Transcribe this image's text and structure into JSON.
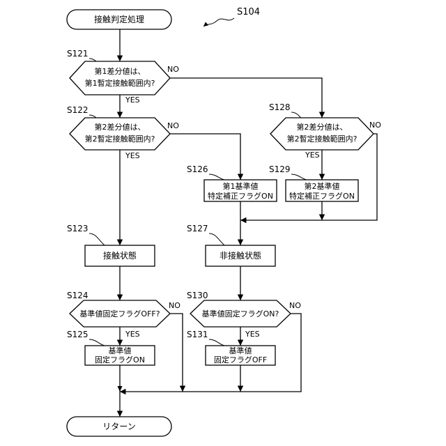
{
  "start": {
    "label": "接触判定処理"
  },
  "ref": "S104",
  "branch": {
    "yes": "YES",
    "no": "NO"
  },
  "nodes": {
    "s121": {
      "step": "S121",
      "lines": [
        "第1差分値は、",
        "第1暫定接触範囲内?"
      ]
    },
    "s122": {
      "step": "S122",
      "lines": [
        "第2差分値は、",
        "第2暫定接触範囲内?"
      ]
    },
    "s123": {
      "step": "S123",
      "label": "接触状態"
    },
    "s124": {
      "step": "S124",
      "label": "基準値固定フラグOFF?"
    },
    "s125": {
      "step": "S125",
      "lines": [
        "基準値",
        "固定フラグON"
      ]
    },
    "s126": {
      "step": "S126",
      "lines": [
        "第1基準値",
        "特定補正フラグON"
      ]
    },
    "s127": {
      "step": "S127",
      "label": "非接触状態"
    },
    "s128": {
      "step": "S128",
      "lines": [
        "第2差分値は、",
        "第2暫定接触範囲内?"
      ]
    },
    "s129": {
      "step": "S129",
      "lines": [
        "第2基準値",
        "特定補正フラグON"
      ]
    },
    "s130": {
      "step": "S130",
      "label": "基準値固定フラグON?"
    },
    "s131": {
      "step": "S131",
      "lines": [
        "基準値",
        "固定フラグOFF"
      ]
    }
  },
  "end": {
    "label": "リターン"
  }
}
